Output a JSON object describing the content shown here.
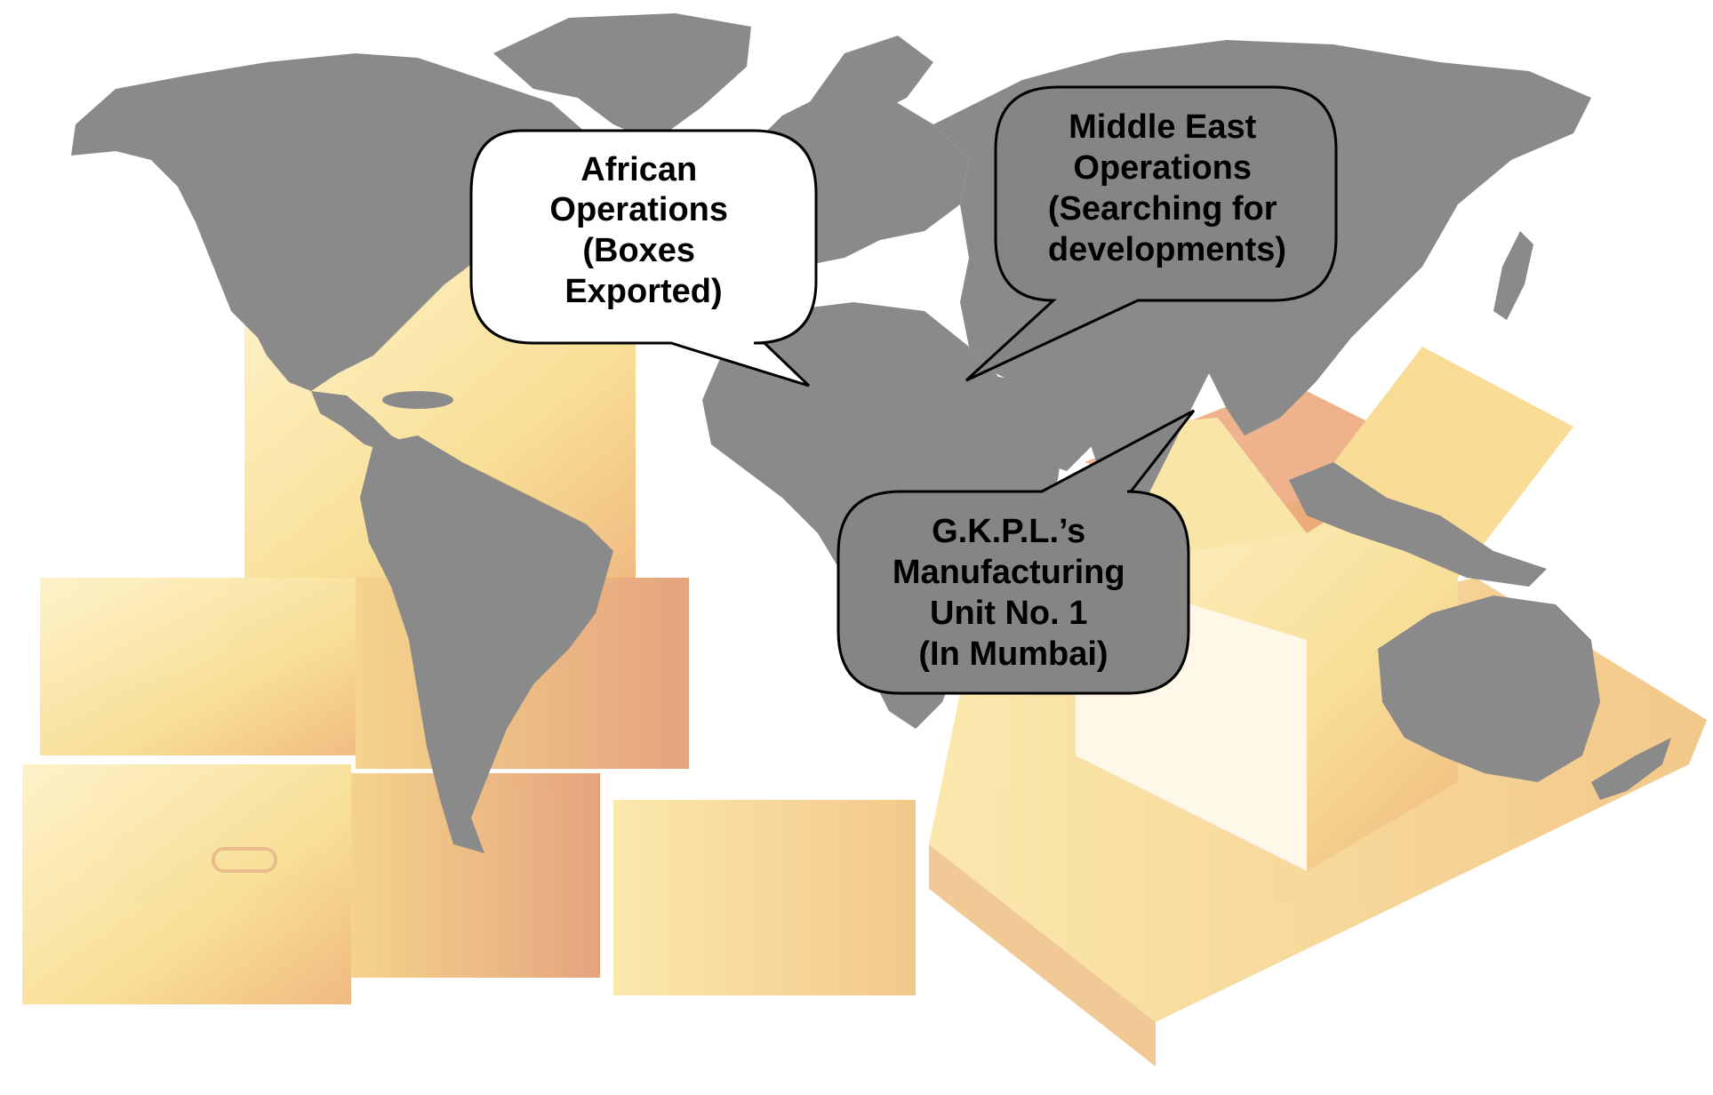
{
  "colors": {
    "background": "#ffffff",
    "land": "#8a8a8a",
    "box_light": "#fbe9a8",
    "box_mid": "#f5d27a",
    "box_shade": "#e8a968",
    "box_dark": "#d9826a",
    "bubble_white": "#ffffff",
    "bubble_grey": "#858585",
    "outline": "#000000"
  },
  "icons": {
    "background_boxes": "cardboard-boxes-illustration",
    "map": "world-map-silhouette"
  },
  "callouts": {
    "africa": {
      "lines": [
        "African",
        "Operations",
        "(Boxes",
        "Exported)"
      ],
      "points_to": "Africa"
    },
    "middle_east": {
      "lines": [
        "Middle East",
        "Operations",
        "(Searching for",
        "developments)"
      ],
      "points_to": "Middle East"
    },
    "mumbai": {
      "lines": [
        "G.K.P.L.’s",
        "Manufacturing",
        "Unit No. 1",
        "(In Mumbai)"
      ],
      "points_to": "Mumbai, India"
    }
  }
}
